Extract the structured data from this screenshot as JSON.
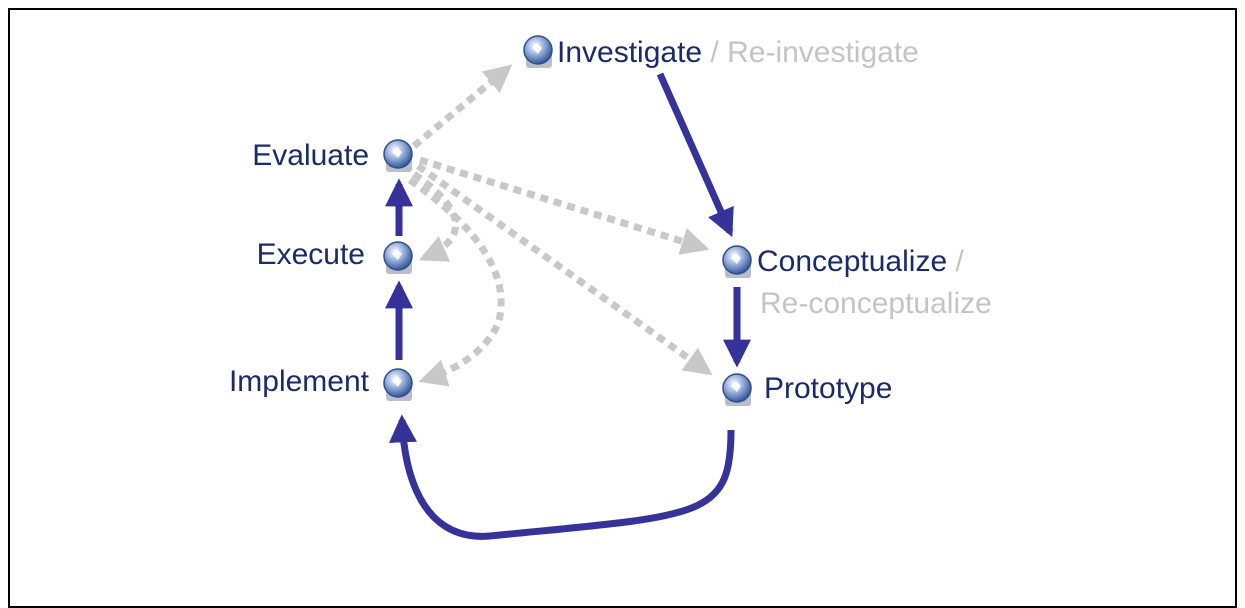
{
  "colors": {
    "primary_arrow": "#35329a",
    "secondary_arrow": "#c8c8c8",
    "label_main": "#1a2a6c",
    "label_alt": "#c4c4c4",
    "node_icon": "#3a66b8"
  },
  "nodes": {
    "investigate": {
      "label": "Investigate",
      "alt": " / Re-investigate",
      "icon": "globe-icon"
    },
    "evaluate": {
      "label": "Evaluate",
      "icon": "globe-icon"
    },
    "execute": {
      "label": "Execute",
      "icon": "globe-icon"
    },
    "implement": {
      "label": "Implement",
      "icon": "globe-icon"
    },
    "conceptualize": {
      "label": "Conceptualize",
      "slash": " /",
      "alt": "Re-conceptualize",
      "icon": "globe-icon"
    },
    "prototype": {
      "label": "Prototype",
      "icon": "globe-icon"
    }
  },
  "edges": {
    "primary": [
      [
        "investigate",
        "conceptualize"
      ],
      [
        "conceptualize",
        "prototype"
      ],
      [
        "prototype",
        "implement"
      ],
      [
        "implement",
        "execute"
      ],
      [
        "execute",
        "evaluate"
      ]
    ],
    "secondary": [
      [
        "evaluate",
        "investigate"
      ],
      [
        "evaluate",
        "conceptualize"
      ],
      [
        "evaluate",
        "prototype"
      ],
      [
        "evaluate",
        "execute"
      ],
      [
        "evaluate",
        "implement"
      ]
    ]
  }
}
